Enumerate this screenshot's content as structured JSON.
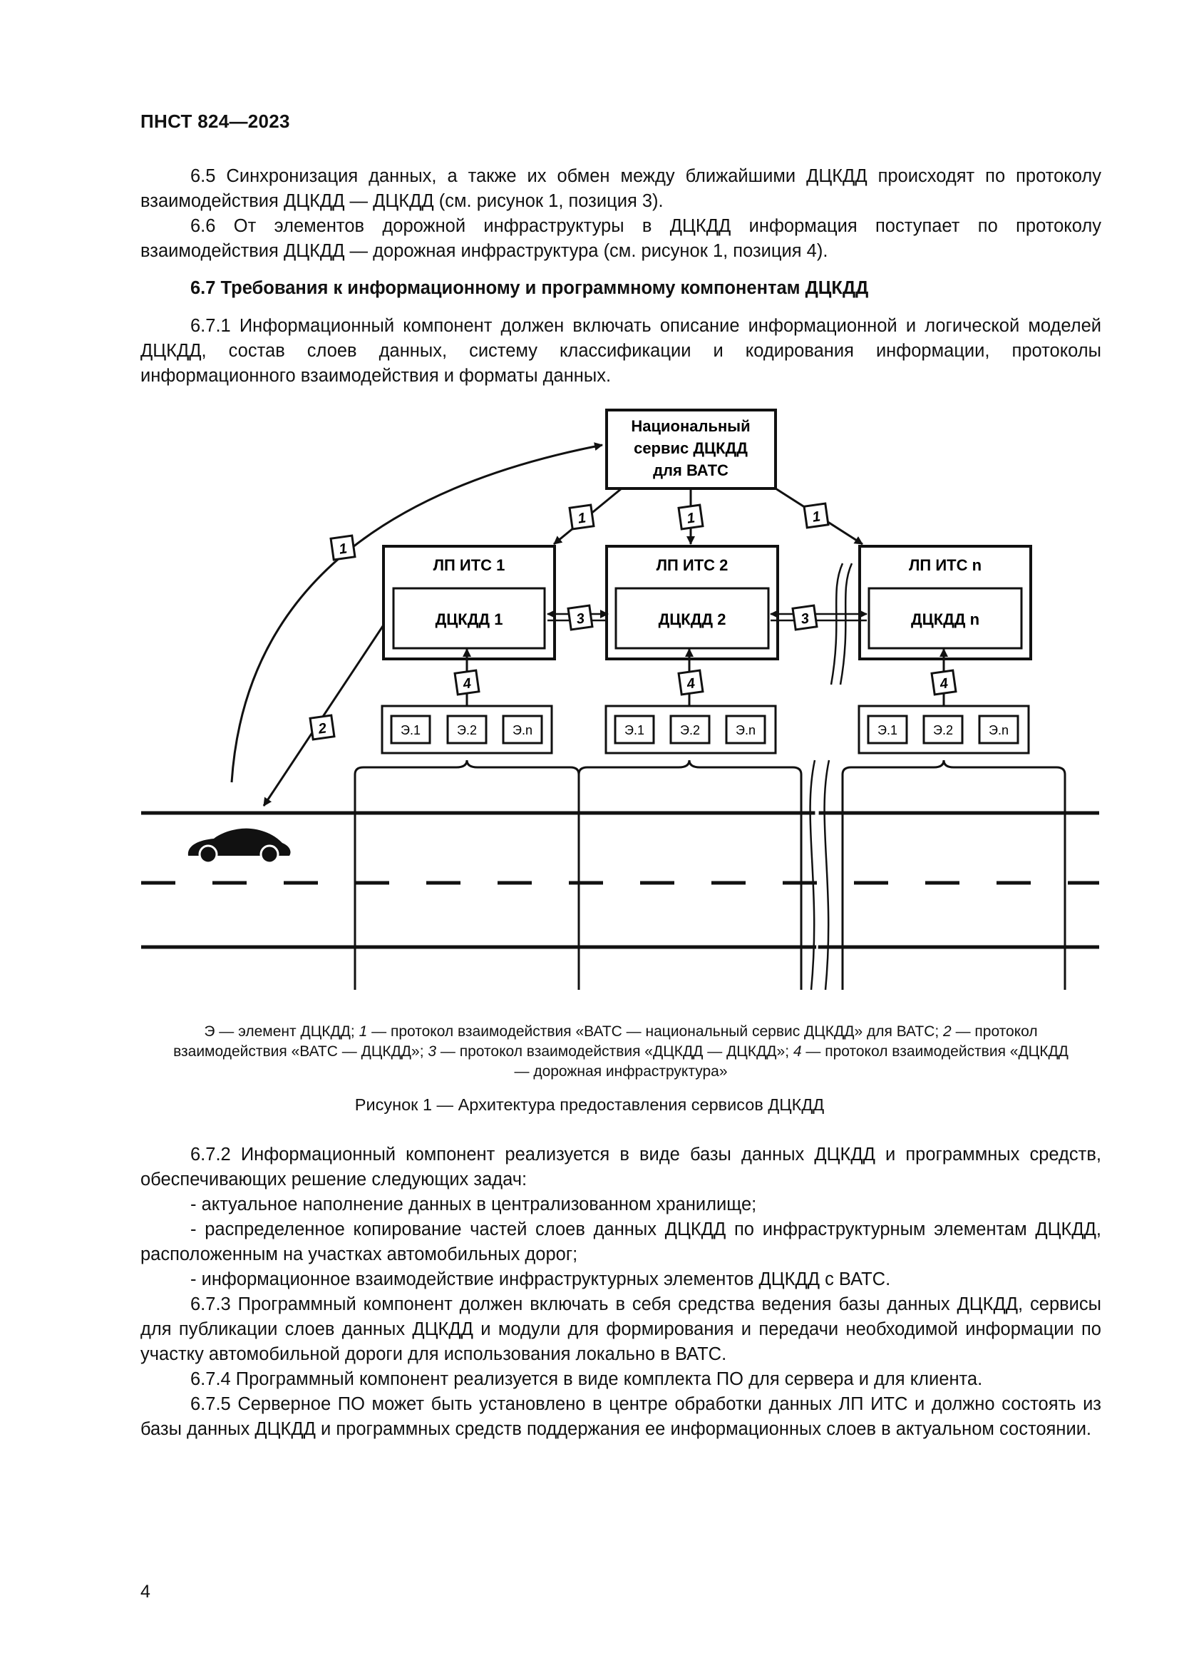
{
  "header": {
    "standard": "ПНСТ 824—2023"
  },
  "intro": {
    "p_6_5": "6.5 Синхронизация данных, а также их обмен между ближайшими ДЦКДД происходят по протоколу взаимодействия ДЦКДД — ДЦКДД (см. рисунок 1, позиция 3).",
    "p_6_6": "6.6 От элементов дорожной инфраструктуры в ДЦКДД информация поступает по протоколу взаимодействия ДЦКДД — дорожная инфраструктура (см. рисунок 1, позиция 4)."
  },
  "section": {
    "heading": "6.7 Требования к информационному и программному компонентам ДЦКДД",
    "p_6_7_1": "6.7.1 Информационный компонент должен включать описание информационной и логической моделей ДЦКДД, состав слоев данных, систему классификации и кодирования информации, протоколы информационного взаимодействия и форматы данных."
  },
  "figure": {
    "national_service": [
      "Национальный",
      "сервис ДЦКДД",
      "для ВАТС"
    ],
    "lp_labels": [
      "ЛП ИТС 1",
      "ЛП ИТС 2",
      "ЛП ИТС n"
    ],
    "dckdd_labels": [
      "ДЦКДД 1",
      "ДЦКДД 2",
      "ДЦКДД n"
    ],
    "elements": [
      "Э.1",
      "Э.2",
      "Э.n"
    ],
    "protocol_markers": {
      "p1": "1",
      "p2": "2",
      "p3": "3",
      "p4": "4"
    },
    "legend": {
      "e_def": "Э — элемент ДЦКДД;",
      "n1": "1",
      "d1": " — протокол взаимодействия «ВАТС — национальный сервис ДЦКДД» для ВАТС;",
      "n2": "2",
      "d2": " — протокол взаимодействия «ВАТС — ДЦКДД»;",
      "n3": "3",
      "d3": " — протокол взаимодействия «ДЦКДД — ДЦКДД»;",
      "n4": "4",
      "d4": " — протокол взаимодействия «ДЦКДД — дорожная инфраструктура»"
    },
    "caption": "Рисунок 1 — Архитектура предоставления сервисов ДЦКДД"
  },
  "body": {
    "p_6_7_2": "6.7.2 Информационный компонент реализуется в виде базы данных ДЦКДД и программных средств, обеспечивающих решение следующих задач:",
    "li_1": "- актуальное наполнение данных в централизованном хранилище;",
    "li_2": "- распределенное копирование частей слоев данных ДЦКДД по инфраструктурным элементам ДЦКДД, расположенным на участках автомобильных дорог;",
    "li_3": "- информационное взаимодействие инфраструктурных элементов ДЦКДД с ВАТС.",
    "p_6_7_3": "6.7.3 Программный компонент должен включать в себя средства ведения базы данных ДЦКДД, сервисы для публикации слоев данных ДЦКДД и модули для формирования и передачи необходимой информации по участку автомобильной дороги для использования локально в ВАТС.",
    "p_6_7_4": "6.7.4 Программный компонент реализуется в виде комплекта ПО для сервера и для клиента.",
    "p_6_7_5": "6.7.5 Серверное ПО может быть установлено в центре обработки данных ЛП ИТС и должно состоять из базы данных ДЦКДД и программных средств поддержания ее информационных слоев в актуальном состоянии."
  },
  "footer": {
    "page_number": "4"
  }
}
